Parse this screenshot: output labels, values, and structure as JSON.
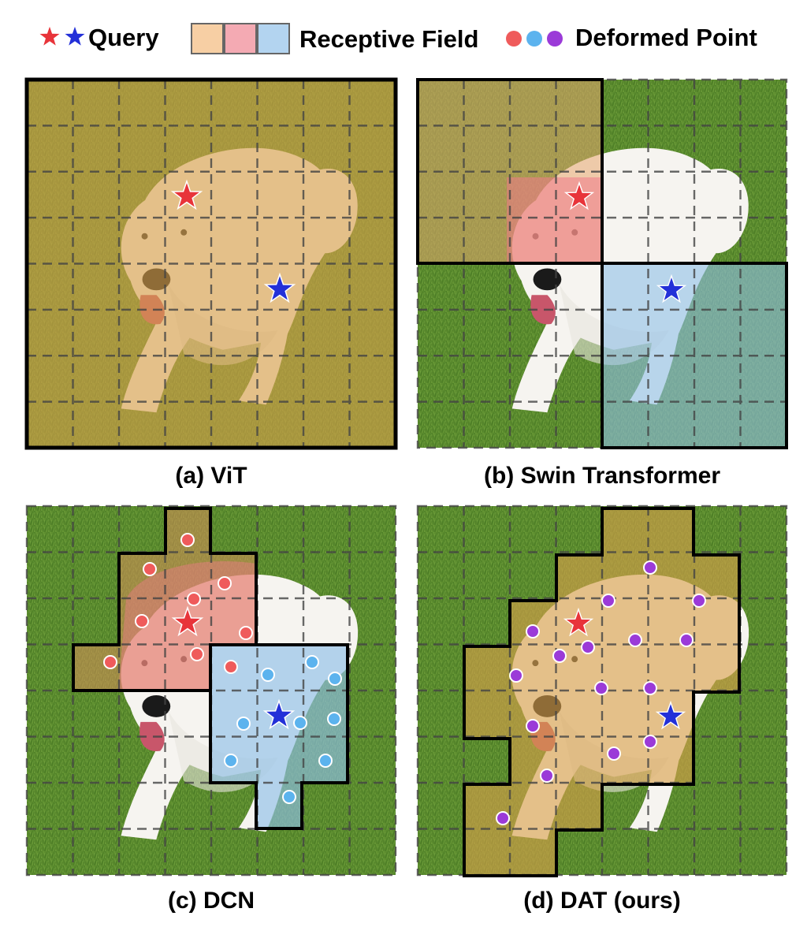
{
  "legend": {
    "query_label": "Query",
    "receptive_field_label": "Receptive Field",
    "deformed_point_label": "Deformed Point"
  },
  "colors": {
    "query_red": "#e8343a",
    "query_blue": "#2330d8",
    "rf_orange": "#f7cfa4",
    "rf_pink": "#f4aab3",
    "rf_blue": "#b3d4f0",
    "dot_red": "#ef5b5b",
    "dot_blue": "#5cb3ee",
    "dot_purple": "#9b3ad8",
    "grass": "#5b8a2e",
    "dog": "#f5f3ef"
  },
  "panels": [
    {
      "id": "a",
      "caption": "(a) ViT"
    },
    {
      "id": "b",
      "caption": "(b) Swin Transformer"
    },
    {
      "id": "c",
      "caption": "(c) DCN"
    },
    {
      "id": "d",
      "caption": "(d) DAT (ours)"
    }
  ]
}
